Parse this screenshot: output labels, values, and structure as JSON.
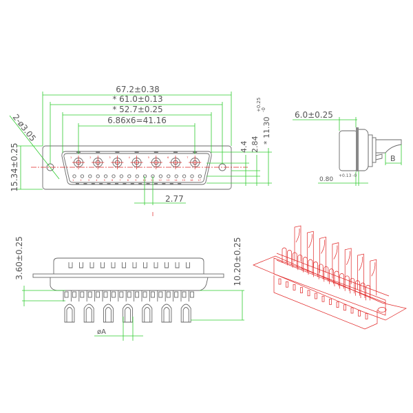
{
  "front_view": {
    "overall_width": "67.2±0.38",
    "hole_spacing": "* 61.0±0.13",
    "shell_width": "* 52.7±0.25",
    "contact_pitch": "6.86x6=41.16",
    "mount_holes": "2-ø3.05",
    "flange_height": "15.34±0.25",
    "dim_4_4": "4.4",
    "dim_2_84": "2.84",
    "shell_height": "* 11.30",
    "shell_height_tol_upper": "+0.25",
    "shell_height_tol_lower": "-0",
    "signal_pitch": "2.77",
    "top_contact_numbers": [
      "1",
      "2",
      "3",
      "4",
      "5",
      "6",
      "7"
    ],
    "bottom_pin_numbers": [
      "1",
      "2",
      "3",
      "4",
      "5",
      "6",
      "7",
      "8",
      "9",
      "10",
      "11",
      "12",
      "13",
      "14",
      "15",
      "16",
      "17"
    ]
  },
  "side_view": {
    "depth": "6.0±0.25",
    "flange_thickness": "0.80",
    "flange_tol": "+0.13 -0",
    "dim_b": "B"
  },
  "bottom_view": {
    "pin_stub": "3.60±0.25",
    "overall_length": "10.20±0.25",
    "contact_diameter": "øA"
  },
  "colors": {
    "dimension": "#2ecc2e",
    "centerline": "#e02020",
    "outline": "#666666",
    "isometric": "#e02020"
  }
}
